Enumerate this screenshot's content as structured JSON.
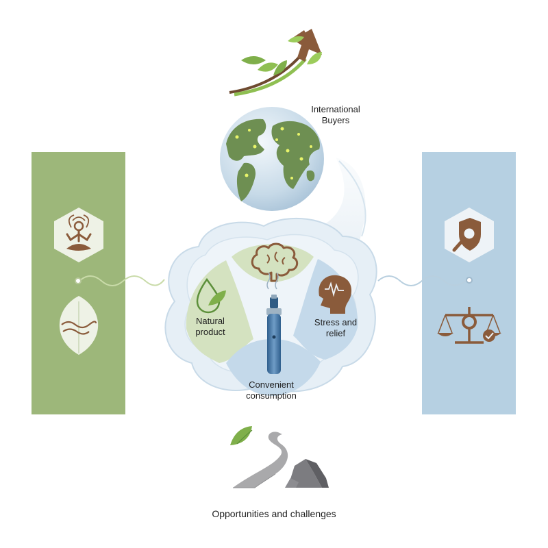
{
  "labels": {
    "international_buyers": [
      "International",
      "Buyers"
    ],
    "natural_product": [
      "Natural",
      "product"
    ],
    "stress_relief": [
      "Stress and",
      "relief"
    ],
    "convenient_consumption": [
      "Convenient",
      "consumption"
    ],
    "opportunities": "Opportunities and challenges"
  },
  "icons": {
    "growth": "growth-arrow-leaves-icon",
    "globe": "globe-icon",
    "meditation": "meditation-icon",
    "leaf": "leaf-icon",
    "brain": "brain-icon",
    "droplet": "droplet-leaf-icon",
    "head": "head-brainwave-icon",
    "vape": "vape-pen-icon",
    "magnifier": "magnifier-shield-icon",
    "scales": "balance-scale-icon",
    "road": "road-rocks-icon"
  },
  "colors": {
    "green_panel": "#9db77a",
    "blue_panel": "#b6d0e2",
    "sage": "#d4e2c0",
    "sky": "#c4d9ea",
    "brown": "#8a5b3b",
    "leaf_green": "#7faf4a",
    "device_blue": "#4a7aa6"
  }
}
